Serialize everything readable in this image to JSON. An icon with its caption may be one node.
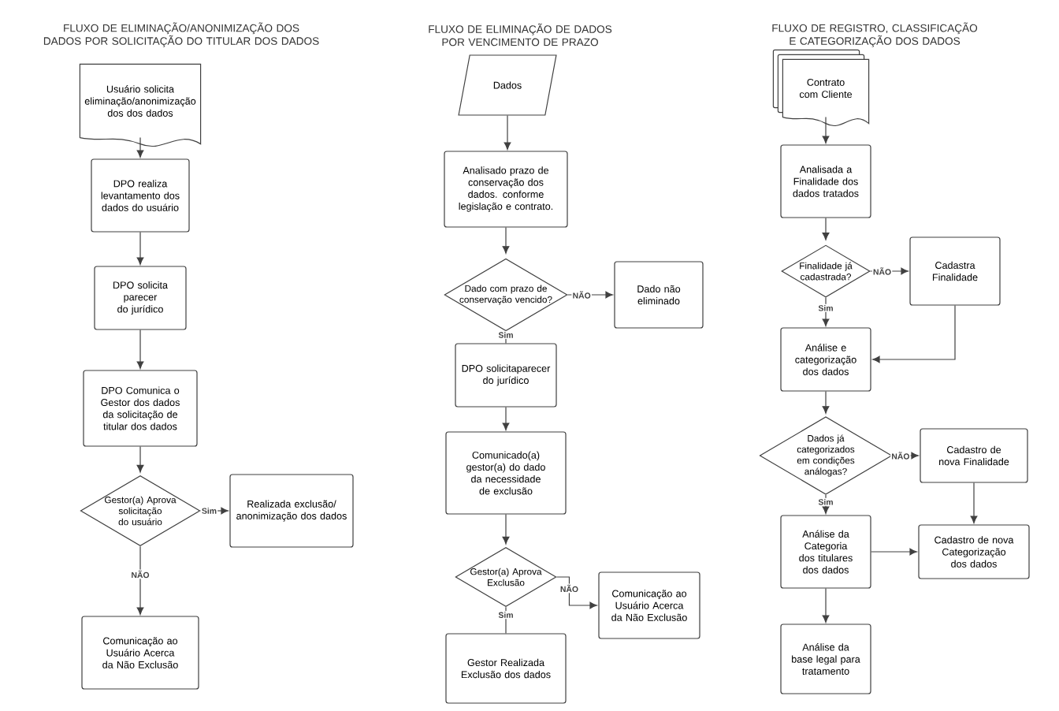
{
  "diagram": {
    "nodes": [
      {
        "text": [
          "Usuário solicita eliminação/anonimização dos dos dados"
        ]
      },
      {
        "text": [
          "DPO realiza levantamento dos dados do usuário"
        ]
      },
      {
        "text": [
          "DPO solicita parecer do jurídico"
        ]
      },
      {
        "text": [
          "DPO Comunica o Gestor dos dados da solicitação de titular dos dados"
        ]
      },
      {
        "text": [
          "Gestor(a) Aprova solicitação do usuário"
        ]
      },
      {
        "text": [
          "Realizada exclusão/ anonimização dos dados"
        ]
      },
      {
        "text": [
          "Comunicação ao Usuário Acerca da Não Exclusão"
        ]
      },
      {
        "text": [
          "Dados"
        ]
      },
      {
        "text": [
          "Analisado prazo de conservação dos dados. conforme legislação e contrato."
        ]
      },
      {
        "text": [
          "Dado com prazo de conservação vencido?"
        ]
      },
      {
        "text": [
          "Dado não eliminado"
        ]
      },
      {
        "text": [
          "DPO solicitaparecer do jurídico"
        ]
      },
      {
        "text": [
          "Comunicado(a) gestor(a) do dado da necessidade de exclusão"
        ]
      },
      {
        "text": [
          "Gestor(a) Aprova Exclusão"
        ]
      },
      {
        "text": [
          "Comunicação ao Usuário Acerca da Não Exclusão"
        ]
      },
      {
        "text": [
          "Gestor Realizada Exclusão dos dados"
        ]
      },
      {
        "text": [
          "Contrato com Cliente"
        ]
      },
      {
        "text": [
          "Analisada a Finalidade dos dados tratados"
        ]
      },
      {
        "text": [
          "Finalidade já cadastrada?"
        ]
      },
      {
        "text": [
          "Cadastra Finalidade"
        ]
      },
      {
        "text": [
          "Análise e categorização dos dados"
        ]
      },
      {
        "text": [
          "Dados já categorizados em condições análogas?"
        ]
      },
      {
        "text": [
          "Cadastro de nova Finalidade"
        ]
      },
      {
        "text": [
          "Análise da Categoria dos titulares dos dados"
        ]
      },
      {
        "text": [
          "Cadastro de nova Categorização dos dados"
        ]
      },
      {
        "text": [
          "Análise da base legal para tratamento"
        ]
      }
    ],
    "edges": [
      {
        "from": 0,
        "to": 1,
        "arrow": "to"
      },
      {
        "from": 1,
        "to": 2,
        "arrow": "to"
      },
      {
        "from": 2,
        "to": 3,
        "arrow": "to"
      },
      {
        "from": 3,
        "to": 4,
        "arrow": "to"
      },
      {
        "from": 4,
        "to": 5,
        "arrow": "to",
        "label": "Sim"
      },
      {
        "from": 4,
        "to": 6,
        "arrow": "to",
        "label": "NÃO"
      },
      {
        "from": 7,
        "to": 8,
        "arrow": "to"
      },
      {
        "from": 8,
        "to": 9,
        "arrow": "to"
      },
      {
        "from": 9,
        "to": 10,
        "arrow": "to",
        "label": "NÃO"
      },
      {
        "from": 9,
        "to": 11,
        "arrow": "none",
        "label": "Sim"
      },
      {
        "from": 11,
        "to": 12,
        "arrow": "to"
      },
      {
        "from": 12,
        "to": 13,
        "arrow": "to"
      },
      {
        "from": 13,
        "to": 14,
        "arrow": "to",
        "label": "NÃO"
      },
      {
        "from": 13,
        "to": 15,
        "arrow": "none",
        "label": "Sim"
      },
      {
        "from": 16,
        "to": 17,
        "arrow": "to"
      },
      {
        "from": 17,
        "to": 18,
        "arrow": "to"
      },
      {
        "from": 18,
        "to": 19,
        "arrow": "to",
        "label": "NÃO"
      },
      {
        "from": 18,
        "to": 20,
        "arrow": "to",
        "label": "Sim"
      },
      {
        "from": 19,
        "to": 20,
        "arrow": "to"
      },
      {
        "from": 20,
        "to": 21,
        "arrow": "to"
      },
      {
        "from": 21,
        "to": 22,
        "arrow": "to",
        "label": "NÃO"
      },
      {
        "from": 21,
        "to": 23,
        "arrow": "to",
        "label": "Sim"
      },
      {
        "from": 22,
        "to": 24,
        "arrow": "to"
      },
      {
        "from": 23,
        "to": 24,
        "arrow": "to"
      },
      {
        "from": 23,
        "to": 25,
        "arrow": "to"
      }
    ],
    "labels": [
      "FLUXO DE ELIMINAÇÃO/ANONIMIZAÇÃO DOS DADOS POR SOLICITAÇÃO DO TITULAR DOS DADOS",
      "FLUXO DE ELIMINAÇÃO DE DADOS POR VENCIMENTO DE PRAZO",
      "FLUXO DE REGISTRO, CLASSIFICAÇÃO E CATEGORIZAÇÃO DOS DADOS"
    ]
  }
}
